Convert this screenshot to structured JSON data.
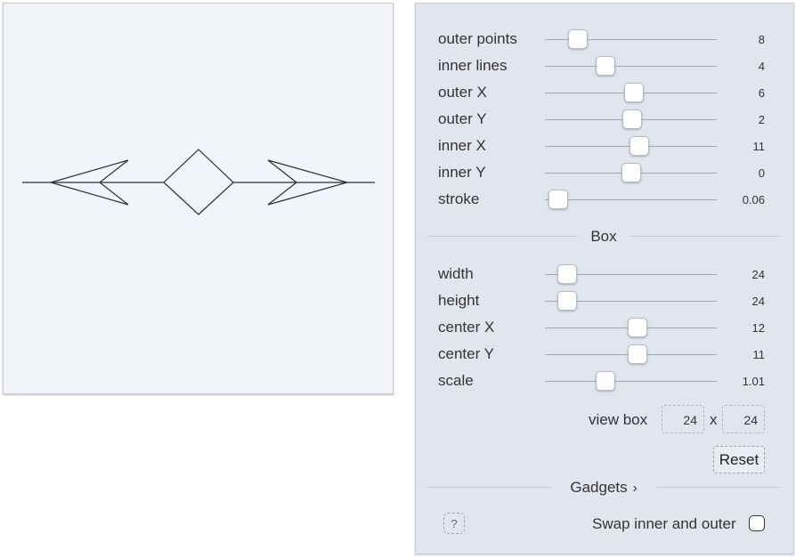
{
  "preview": {
    "description_icon": "arrow-diamond-arrow-shape"
  },
  "sliders": [
    {
      "key": "outer_points",
      "label": "outer points",
      "value": "8",
      "fraction": 0.19
    },
    {
      "key": "inner_lines",
      "label": "inner lines",
      "value": "4",
      "fraction": 0.35
    },
    {
      "key": "outer_x",
      "label": "outer X",
      "value": "6",
      "fraction": 0.52
    },
    {
      "key": "outer_y",
      "label": "outer Y",
      "value": "2",
      "fraction": 0.51
    },
    {
      "key": "inner_x",
      "label": "inner X",
      "value": "11",
      "fraction": 0.55
    },
    {
      "key": "inner_y",
      "label": "inner Y",
      "value": "0",
      "fraction": 0.5
    },
    {
      "key": "stroke",
      "label": "stroke",
      "value": "0.06",
      "fraction": 0.08
    }
  ],
  "box_section": {
    "title": "Box"
  },
  "box_sliders": [
    {
      "key": "width",
      "label": "width",
      "value": "24",
      "fraction": 0.13
    },
    {
      "key": "height",
      "label": "height",
      "value": "24",
      "fraction": 0.13
    },
    {
      "key": "center_x",
      "label": "center X",
      "value": "12",
      "fraction": 0.54
    },
    {
      "key": "center_y",
      "label": "center Y",
      "value": "11",
      "fraction": 0.54
    },
    {
      "key": "scale",
      "label": "scale",
      "value": "1.01",
      "fraction": 0.35
    }
  ],
  "view_box": {
    "label": "view box",
    "width": "24",
    "height": "24",
    "separator": "x"
  },
  "reset_label": "Reset",
  "gadgets_section": {
    "title": "Gadgets",
    "chevron": "›"
  },
  "help_label": "?",
  "swap": {
    "label": "Swap inner and outer",
    "checked": false
  }
}
